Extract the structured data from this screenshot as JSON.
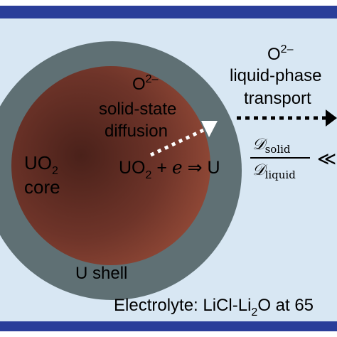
{
  "colors": {
    "border": "#2a3e99",
    "background": "#d8e7f3",
    "shell": "#5f7074",
    "core": "#8a4535"
  },
  "shell": {
    "label": "U shell"
  },
  "core": {
    "label_line1": "UO",
    "label_sub": "2",
    "label_line2": "core"
  },
  "reaction": {
    "uo": "UO",
    "sub": "2",
    "plus": " + ",
    "e": "e",
    "arrow": " ⇒ U"
  },
  "solid_diffusion": {
    "ion": "O",
    "charge": "2–",
    "line1": "solid-state",
    "line2": "diffusion"
  },
  "liquid_transport": {
    "ion": "O",
    "charge": "2–",
    "line1": "liquid-phase",
    "line2": "transport"
  },
  "ratio": {
    "numerator": "𝒟",
    "num_sub": "solid",
    "denominator": "𝒟",
    "den_sub": "liquid",
    "relation": "≪"
  },
  "electrolyte": {
    "prefix": "Electrolyte: LiCl-Li",
    "sub": "2",
    "suffix": "O at 65"
  }
}
